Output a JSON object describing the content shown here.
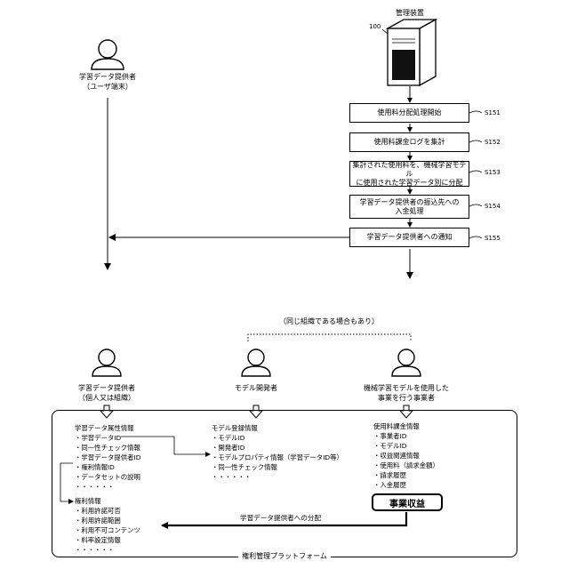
{
  "top": {
    "server_label": "管理装置",
    "server_ref": "100",
    "user_label_line1": "学習データ提供者",
    "user_label_line2": "（ユーザ端末）",
    "steps": [
      {
        "text": "使用料分配処理開始",
        "id": "S151"
      },
      {
        "text": "使用料課金ログを集計",
        "id": "S152"
      },
      {
        "text_line1": "集計された使用料を、機械学習モデル",
        "text_line2": "に使用された学習データ別に分配",
        "id": "S153"
      },
      {
        "text_line1": "学習データ提供者の振込先への",
        "text_line2": "入金処理",
        "id": "S154"
      },
      {
        "text": "学習データ提供者への通知",
        "id": "S155"
      }
    ]
  },
  "bottom": {
    "same_org_note": "（同じ組織である場合もあり）",
    "actors": [
      {
        "line1": "学習データ提供者",
        "line2": "（個人又は組織）"
      },
      {
        "line1": "モデル開発者",
        "line2": ""
      },
      {
        "line1": "機械学習モデルを使用した",
        "line2": "事業を行う事業者"
      }
    ],
    "platform_label": "権利管理プラットフォーム",
    "learning_data_block": [
      "学習データ属性情報",
      "・学習データID",
      "・同一性チェック情報",
      "・学習データ提供者ID",
      "・権利情報ID",
      "・データセットの説明",
      "・・・・・・"
    ],
    "rights_block": [
      "権利情報",
      "・利用許諾可否",
      "・利用許諾範囲",
      "・利用不可コンテンツ",
      "・料率設定情報",
      "・・・・・・"
    ],
    "model_block": [
      "モデル登録情報",
      "・モデルID",
      "・開発者ID",
      "・モデルプロパティ情報（学習データID等）",
      "・同一性チェック情報",
      "・・・・・・"
    ],
    "billing_block": [
      "使用料課金情報",
      "・事業者ID",
      "・モデルID",
      "・収益関連情報",
      "・使用料（請求金額）",
      "・請求履歴",
      "・入金履歴",
      "・・・・・・"
    ],
    "revenue_label": "事業収益",
    "distribution_label": "学習データ提供者への分配"
  }
}
